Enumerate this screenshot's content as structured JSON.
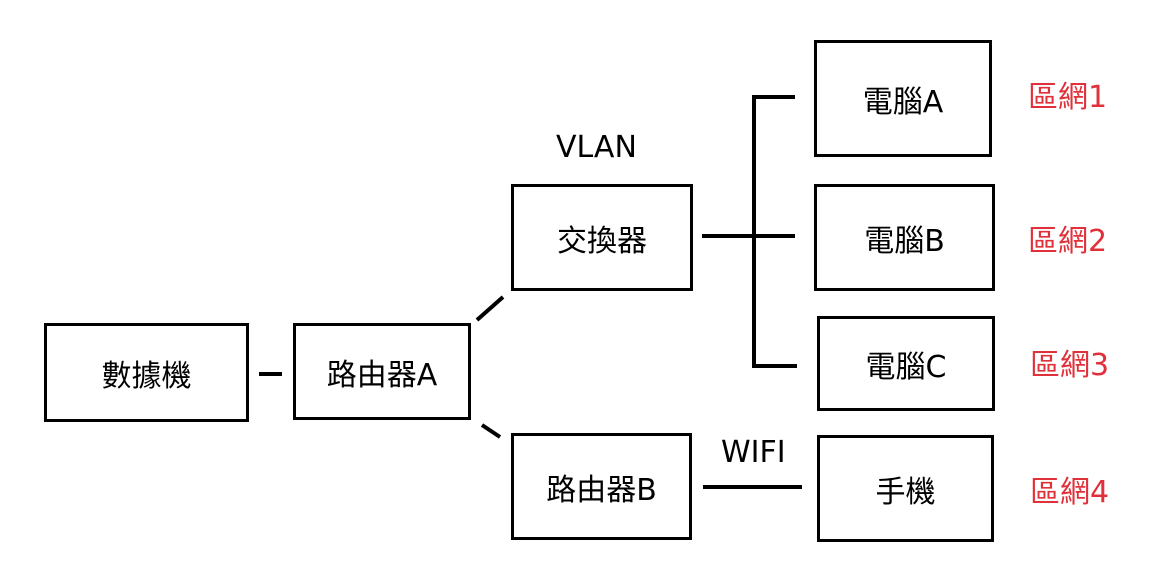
{
  "nodes": {
    "modem": "數據機",
    "router_a": "路由器A",
    "switch": "交換器",
    "router_b": "路由器B",
    "pc_a": "電腦A",
    "pc_b": "電腦B",
    "pc_c": "電腦C",
    "phone": "手機"
  },
  "labels": {
    "vlan": "VLAN",
    "wifi": "WIFI"
  },
  "zones": {
    "z1": "區網1",
    "z2": "區網2",
    "z3": "區網3",
    "z4": "區網4"
  },
  "colors": {
    "zone": "#e0313a",
    "border": "#000000"
  }
}
